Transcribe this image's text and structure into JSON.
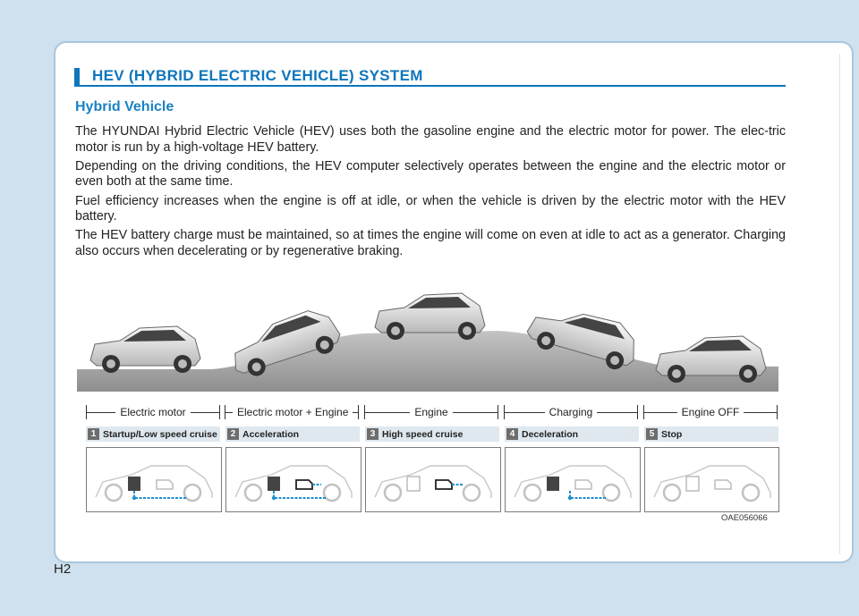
{
  "section_title": "HEV (HYBRID ELECTRIC VEHICLE) SYSTEM",
  "subheading": "Hybrid Vehicle",
  "paragraphs": [
    "The HYUNDAI Hybrid Electric Vehicle (HEV) uses both the gasoline engine and the electric motor for power. The elec-tric motor is run by a high-voltage HEV battery.",
    "Depending on the driving conditions, the HEV computer selectively operates between the engine and the electric motor or even both at the same time.",
    "Fuel efficiency increases when the engine is off at idle, or when the vehicle is driven by the electric motor with the HEV battery.",
    "The HEV battery charge must be maintained, so at times the engine will come on even at idle to act as a generator. Charging also occurs when decelerating or by regenerative braking."
  ],
  "modes": [
    "Electric motor",
    "Electric motor + Engine",
    "Engine",
    "Charging",
    "Engine OFF"
  ],
  "stages": [
    {
      "num": "1",
      "label": "Startup/Low speed cruise"
    },
    {
      "num": "2",
      "label": "Acceleration"
    },
    {
      "num": "3",
      "label": "High speed cruise"
    },
    {
      "num": "4",
      "label": "Deceleration"
    },
    {
      "num": "5",
      "label": "Stop"
    }
  ],
  "figure_code": "OAE056066",
  "page_number": "H2",
  "colors": {
    "accent": "#0e76bc",
    "heading": "#1a82c4",
    "flow": "#1e8fd0",
    "background": "#cfe1ee"
  }
}
